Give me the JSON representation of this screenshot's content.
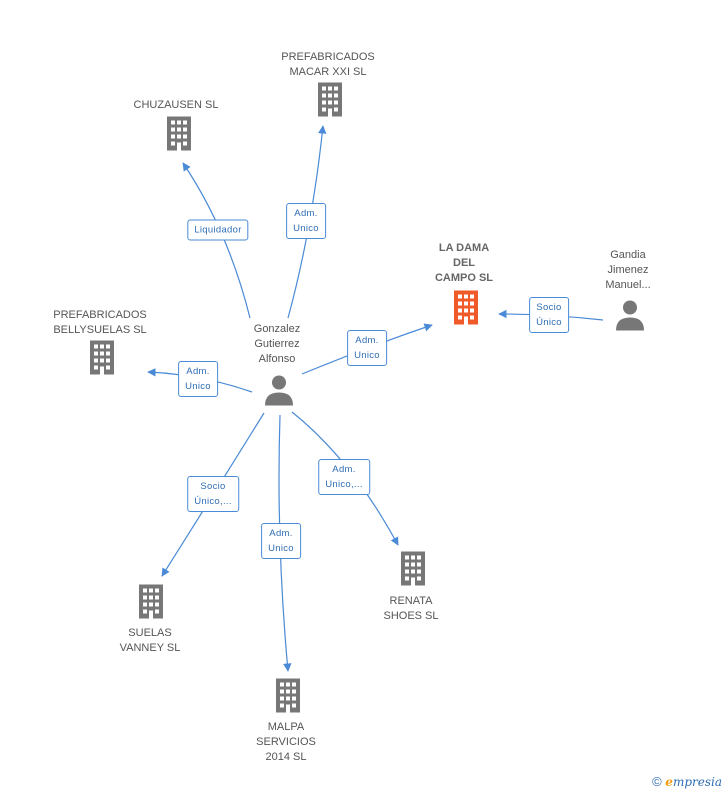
{
  "colors": {
    "building": "#777777",
    "main_building": "#f05a28",
    "person": "#777777",
    "edge": "#4a8ad6"
  },
  "nodes": [
    {
      "id": "chuzausen",
      "kind": "company",
      "label": "CHUZAUSEN SL"
    },
    {
      "id": "macar",
      "kind": "company",
      "label": "PREFABRICADOS\nMACAR XXI SL"
    },
    {
      "id": "bellysuelas",
      "kind": "company",
      "label": "PREFABRICADOS\nBELLYSUELAS SL"
    },
    {
      "id": "ladama",
      "kind": "main",
      "label": "LA DAMA\nDEL\nCAMPO SL"
    },
    {
      "id": "gonzalez",
      "kind": "person",
      "label": "Gonzalez\nGutierrez\nAlfonso"
    },
    {
      "id": "gandia",
      "kind": "person",
      "label": "Gandia\nJimenez\nManuel..."
    },
    {
      "id": "suelas",
      "kind": "company",
      "label": "SUELAS\nVANNEY SL"
    },
    {
      "id": "malpa",
      "kind": "company",
      "label": "MALPA\nSERVICIOS\n2014 SL"
    },
    {
      "id": "renata",
      "kind": "company",
      "label": "RENATA\nSHOES SL"
    }
  ],
  "edges": [
    {
      "id": "e-chuzausen",
      "label": "Liquidador"
    },
    {
      "id": "e-macar",
      "label": "Adm.\nUnico"
    },
    {
      "id": "e-bellysuelas",
      "label": "Adm.\nUnico"
    },
    {
      "id": "e-ladama",
      "label": "Adm.\nUnico"
    },
    {
      "id": "e-gandia",
      "label": "Socio\nÚnico"
    },
    {
      "id": "e-suelas",
      "label": "Socio\nÚnico,..."
    },
    {
      "id": "e-malpa",
      "label": "Adm.\nUnico"
    },
    {
      "id": "e-renata",
      "label": "Adm.\nUnico,..."
    }
  ],
  "footer": {
    "symbol": "©",
    "brand_first": "e",
    "brand_rest": "mpresia"
  }
}
